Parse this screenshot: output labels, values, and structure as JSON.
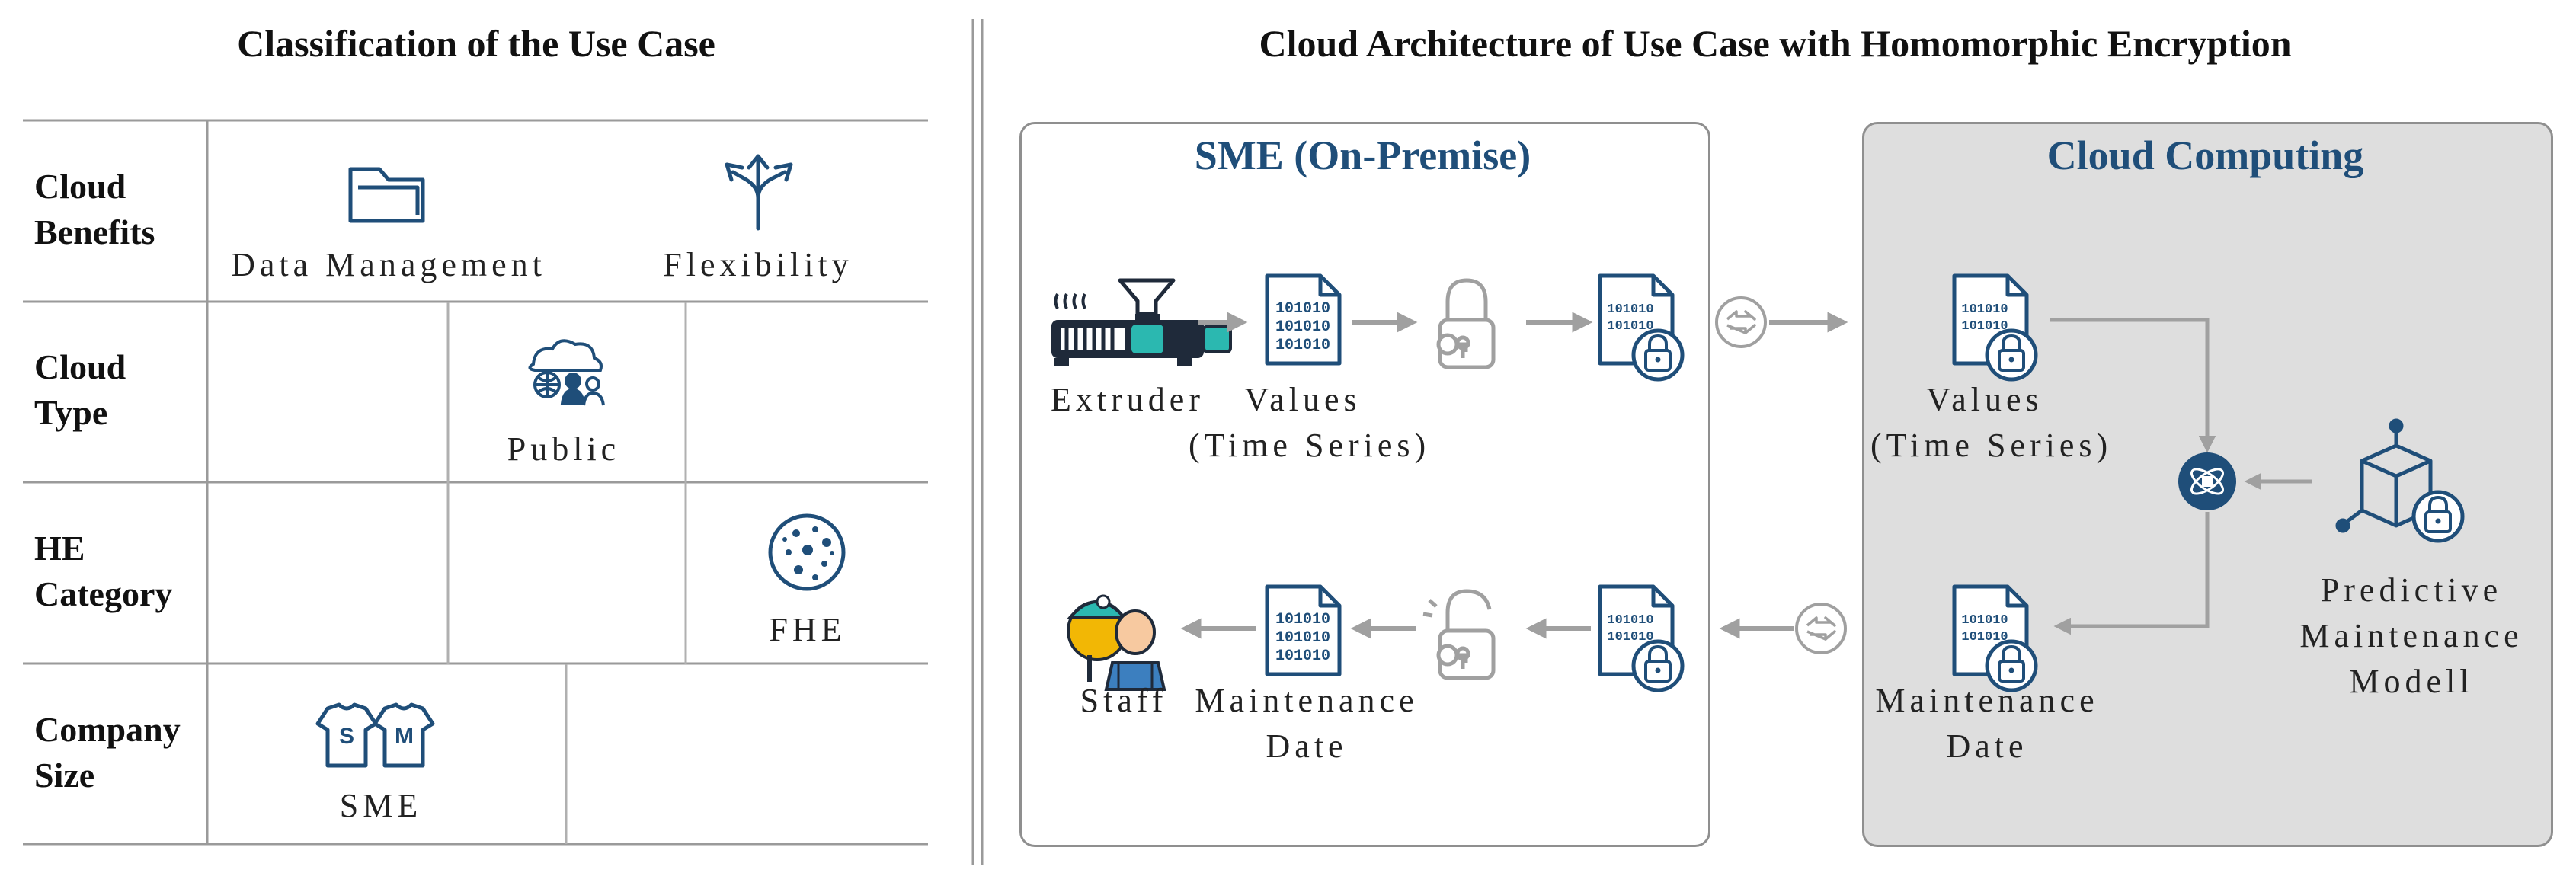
{
  "left": {
    "title": "Classification of the Use Case",
    "rows": [
      {
        "label": "Cloud Benefits",
        "label_lines": [
          "Cloud",
          "Benefits"
        ],
        "items": [
          {
            "icon": "folder-icon",
            "text": "Data Management"
          },
          {
            "icon": "branching-arrows-icon",
            "text": "Flexibility"
          }
        ]
      },
      {
        "label": "Cloud Type",
        "label_lines": [
          "Cloud",
          "Type"
        ],
        "items": [
          {
            "icon": "public-cloud-people-icon",
            "text": "Public"
          }
        ]
      },
      {
        "label": "HE Category",
        "label_lines": [
          "HE",
          "Category"
        ],
        "items": [
          {
            "icon": "fhe-dots-icon",
            "text": "FHE"
          }
        ]
      },
      {
        "label": "Company Size",
        "label_lines": [
          "Company",
          "Size"
        ],
        "items": [
          {
            "icon": "tshirt-sizes-icon",
            "text": "SME",
            "sizes": [
              "S",
              "M"
            ]
          }
        ]
      }
    ]
  },
  "right": {
    "title": "Cloud Architecture of Use Case with Homomorphic Encryption",
    "sme_panel": {
      "title": "SME (On-Premise)",
      "extruder": "Extruder",
      "values_lines": [
        "Values",
        "(Time Series)"
      ],
      "staff": "Staff",
      "maintenance_lines": [
        "Maintenance",
        "Date"
      ]
    },
    "cloud_panel": {
      "title": "Cloud Computing",
      "values_lines": [
        "Values",
        "(Time Series)"
      ],
      "maintenance_lines": [
        "Maintenance",
        "Date"
      ],
      "model_lines": [
        "Predictive",
        "Maintenance",
        "Modell"
      ]
    },
    "binary_text": [
      "101010",
      "101010",
      "101010"
    ]
  },
  "colors": {
    "accent": "#1f4e79",
    "gray_arrow": "#a0a0a0",
    "cloud_bg": "#dedede",
    "grid_line": "#9a9a9a"
  }
}
